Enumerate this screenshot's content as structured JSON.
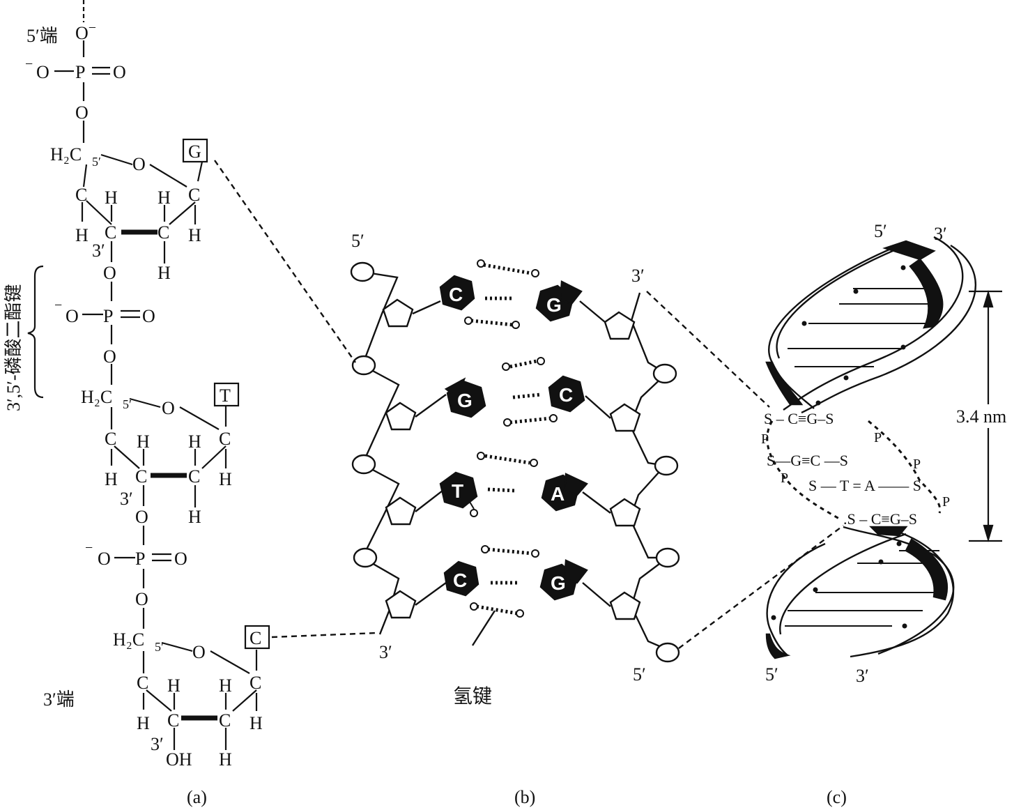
{
  "panel_a": {
    "end_5": "5′端",
    "end_3": "3′端",
    "bond_name": "3′,5′-磷酸二酯键",
    "o_minus_top": "O",
    "phosphate_o": "O",
    "phosphate_p": "P",
    "phosphate_double_o": "O",
    "bridge_o": "O",
    "h2c": "H₂C",
    "c5_sub": "5′",
    "ring_o": "O",
    "c": "C",
    "h": "H",
    "c3_label": "3′",
    "oh": "OH",
    "bases": [
      "G",
      "T",
      "C"
    ],
    "caption": "(a)"
  },
  "panel_b": {
    "label_5_top": "5′",
    "label_3_top": "3′",
    "label_3_bottom": "3′",
    "label_5_bottom": "5′",
    "pairs": [
      {
        "left": "C",
        "right": "G"
      },
      {
        "left": "G",
        "right": "C"
      },
      {
        "left": "T",
        "right": "A"
      },
      {
        "left": "C",
        "right": "G"
      }
    ],
    "hbond_label": "氢键",
    "caption": "(b)"
  },
  "panel_c": {
    "label_5_top": "5′",
    "label_3_top": "3′",
    "label_5_bottom": "5′",
    "label_3_bottom": "3′",
    "rungs": [
      "S – C≡G–S",
      "S—G≡C —S",
      "S — T = A —— S",
      ".S – C≡G–S"
    ],
    "p_marks": [
      "P",
      "P",
      "P",
      "P",
      "P"
    ],
    "pitch": "3.4 nm",
    "caption": "(c)"
  },
  "colors": {
    "ink": "#111111",
    "paper": "#ffffff"
  }
}
